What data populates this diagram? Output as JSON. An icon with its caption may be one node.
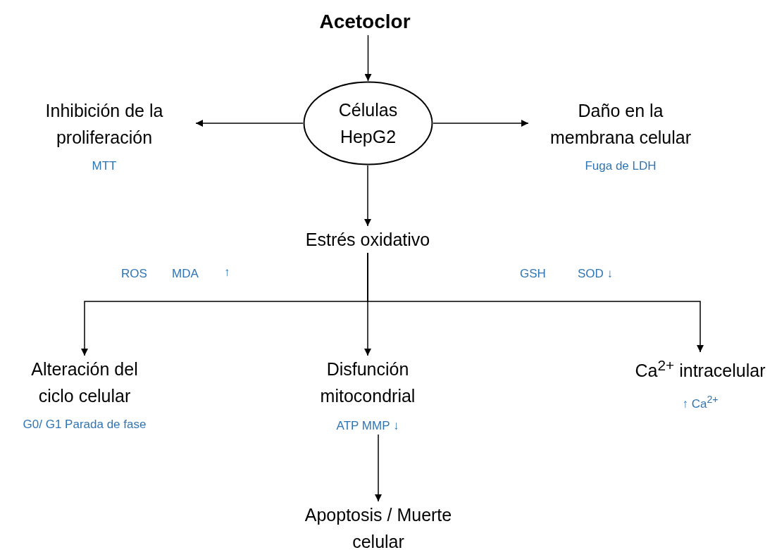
{
  "diagram": {
    "nodes": [
      {
        "text": [
          "Acetoclor"
        ]
      },
      {
        "text": [
          "Células HepG2"
        ]
      },
      {
        "text": [
          "Inhibición de la proliferación"
        ],
        "beside": [
          "MTT"
        ]
      },
      {
        "text": [
          "Daño en la membrana celular"
        ],
        "beside": [
          "Fuga de LDH"
        ]
      },
      {
        "text": [
          "Estrés oxidativo"
        ]
      },
      {
        "text": [
          "Alteración del ciclo celular"
        ],
        "beside": [
          "G0/ G1 Parada de fase"
        ]
      },
      {
        "text": [
          "Disfunción mitocondrial"
        ],
        "beside": [
          "ATP MMP ↓"
        ]
      },
      {
        "text": [
          "Ca$^{2+}$ intracelular"
        ],
        "beside": [
          "↑ Ca$^{2+}$"
        ]
      },
      {
        "text": [
          "Apoptosis / Muerte celular"
        ]
      }
    ],
    "edges": [
      {
        "from": 0,
        "to": 1,
        "arrow": "to"
      },
      {
        "from": 1,
        "to": 2,
        "arrow": "to"
      },
      {
        "from": 1,
        "to": 3,
        "arrow": "to"
      },
      {
        "from": 1,
        "to": 4,
        "arrow": "to"
      },
      {
        "from": 4,
        "to": 5,
        "arrow": "to"
      },
      {
        "from": 4,
        "to": 6,
        "arrow": "to"
      },
      {
        "from": 4,
        "to": 7,
        "arrow": "to"
      },
      {
        "from": 6,
        "to": 8,
        "arrow": "to"
      }
    ],
    "labels": [
      "ROS",
      "MDA",
      "↑",
      "GSH",
      "SOD ↓"
    ]
  }
}
